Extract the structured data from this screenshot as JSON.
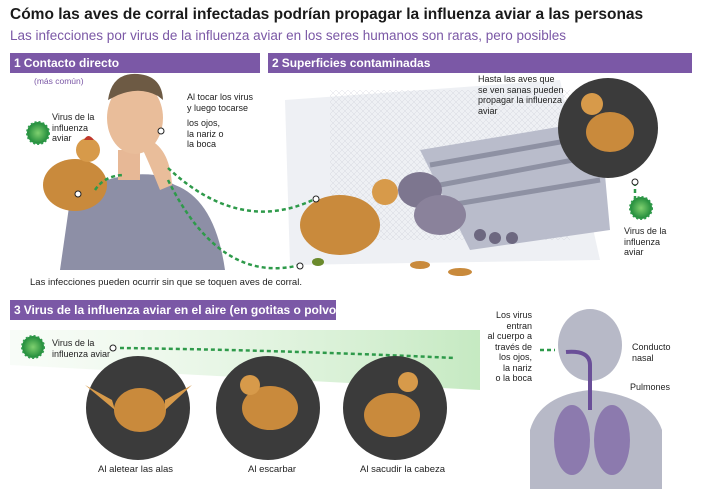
{
  "title": "Cómo las aves de corral infectadas podrían propagar la influenza aviar a las personas",
  "subtitle": "Las infecciones por virus de la influenza aviar en los seres humanos son raras, pero posibles",
  "sections": [
    {
      "num": "1",
      "title": "Contacto directo"
    },
    {
      "num": "2",
      "title": "Superficies contaminadas"
    },
    {
      "num": "3",
      "title": "Virus de la influenza aviar en el aire (en gotitas o polvo)"
    }
  ],
  "section1": {
    "note": "(más común)",
    "virus_label": [
      "Virus de la",
      "influenza",
      "aviar"
    ],
    "touch_label": [
      "Al tocar los virus",
      "y luego tocarse"
    ],
    "face_label": [
      "los ojos,",
      "la nariz o",
      "la boca"
    ],
    "footer": "Las infecciones pueden ocurrir sin que se toquen aves de corral."
  },
  "section2": {
    "healthy_label": [
      "Hasta las aves que",
      "se ven sanas pueden",
      "propagar la influenza",
      "aviar"
    ],
    "virus_label": [
      "Virus de la",
      "influenza",
      "aviar"
    ]
  },
  "section3": {
    "virus_label": [
      "Virus de la",
      "influenza aviar"
    ],
    "entry_label": [
      "Los virus entran",
      "al cuerpo a",
      "través de",
      "los ojos,",
      "la nariz",
      "o la boca"
    ],
    "nasal_label": [
      "Conducto",
      "nasal"
    ],
    "lungs_label": "Pulmones",
    "captions": [
      "Al aletear las alas",
      "Al escarbar",
      "Al sacudir la cabeza"
    ]
  },
  "colors": {
    "accent": "#7b58a6",
    "virus": "#2e9a4a",
    "chicken": "#c98a3c",
    "person": "#8c8fa3"
  }
}
